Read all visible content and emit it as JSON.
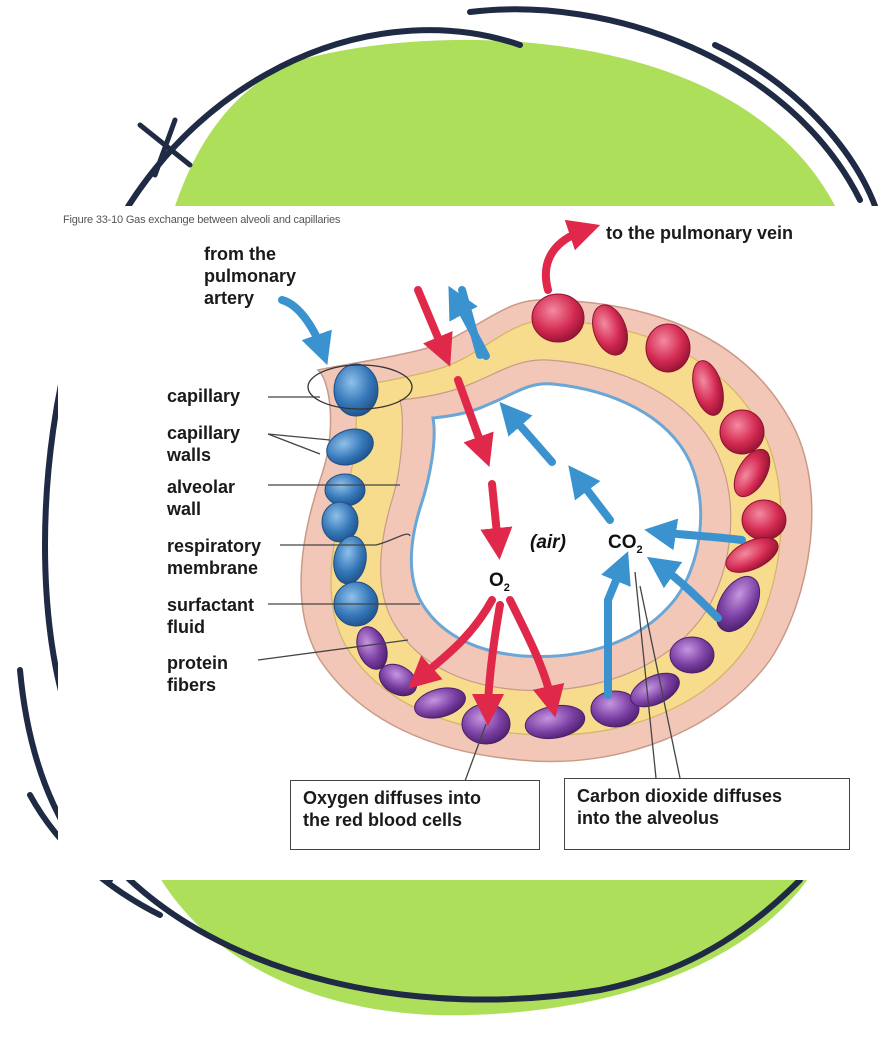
{
  "figure": {
    "caption": "Figure 33-10 Gas exchange between alveoli and capillaries"
  },
  "labels": {
    "from_artery": [
      "from the",
      "pulmonary",
      "artery"
    ],
    "to_vein": "to the pulmonary vein",
    "capillary": "capillary",
    "capillary_walls": [
      "capillary",
      "walls"
    ],
    "alveolar_wall": [
      "alveolar",
      "wall"
    ],
    "respiratory_membrane": [
      "respiratory",
      "membrane"
    ],
    "surfactant_fluid": [
      "surfactant",
      "fluid"
    ],
    "protein_fibers": [
      "protein",
      "fibers"
    ],
    "air": "(air)",
    "o2_base": "O",
    "o2_sub": "2",
    "co2_base": "CO",
    "co2_sub": "2"
  },
  "callouts": {
    "oxygen": [
      "Oxygen diffuses into",
      "the red blood cells"
    ],
    "carbon_dioxide": [
      "Carbon dioxide diffuses",
      "into the alveolus"
    ]
  },
  "colors": {
    "background_blob": "#addf5a",
    "frame_stroke": "#1f2a44",
    "oxygen_arrow": "#e0284a",
    "co2_arrow": "#3a93cf",
    "tissue_outer": "#f2c7b8",
    "tissue_yellow": "#f6dc8c",
    "blood_cell_blue": "#3577b8",
    "blood_cell_red": "#d42a52",
    "blood_cell_purple": "#7b3fa3"
  }
}
